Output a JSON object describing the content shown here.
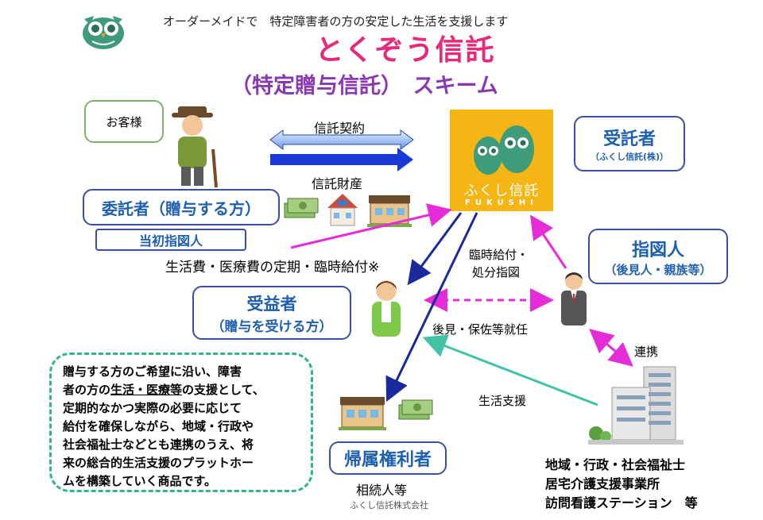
{
  "header": {
    "subtitle": "オーダーメイドで　特定障害者の方の安定した生活を支援します",
    "title": "とくぞう信託",
    "scheme": "（特定贈与信託）　スキーム"
  },
  "customer": {
    "label": "お客様"
  },
  "settlor": {
    "label": "委託者（贈与する方）",
    "sub_label": "当初指図人"
  },
  "contract": {
    "trust_contract": "信託契約",
    "trust_property": "信託財産"
  },
  "trustee_logo": {
    "name": "ふくし信託",
    "roman": "FUKUSHI"
  },
  "trustee": {
    "label": "受託者",
    "sub_label": "（ふくし信託(株)）"
  },
  "instructor": {
    "label": "指図人",
    "sub_label": "（後見人・親族等）"
  },
  "beneficiary": {
    "label": "受益者",
    "sub_label": "（贈与を受ける方）"
  },
  "flows": {
    "living_costs": "生活費・医療費の定期・臨時給付※",
    "temporary_payment_line1": "臨時給付・",
    "temporary_payment_line2": "処分指図",
    "guardian": "後見・保佐等就任",
    "cooperation": "連携",
    "life_support": "生活支援"
  },
  "description": {
    "line1": "贈与する方のご希望に沿い、障害",
    "line2_prefix": "者の方の",
    "line2_underlined": "生活・医療等",
    "line2_suffix": "の支援として、",
    "line3": "定期的なかつ実際の必要に応じて",
    "line4": "給付を確保しながら、地域・行政や",
    "line5": "社会福祉士などとも連携のうえ、将",
    "line6": "来の総合的生活支援のプラットホー",
    "line7": "ムを構築していく商品です。"
  },
  "residual": {
    "label": "帰属権利者",
    "sub_label": "相続人等"
  },
  "community": {
    "line1": "地域・行政・社会福祉士",
    "line2": "居宅介護支援事業所",
    "line3": "訪問看護ステーション　等"
  },
  "footer": {
    "company": "ふくし信託株式会社"
  },
  "colors": {
    "title": "#e8287a",
    "scheme": "#8a38b0",
    "box_text": "#1f5fb0",
    "logo_bg": "#f5b514",
    "arrow_navy": "#1a2a9a",
    "arrow_magenta": "#e62bd8",
    "arrow_teal": "#44c2a8",
    "dashed_border": "#2eb58a"
  }
}
